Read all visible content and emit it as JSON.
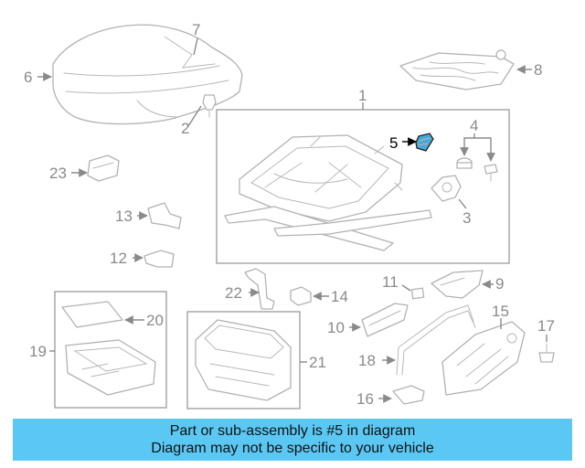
{
  "callouts": {
    "c1": "1",
    "c2": "2",
    "c3": "3",
    "c4": "4",
    "c5": "5",
    "c6": "6",
    "c7": "7",
    "c8": "8",
    "c9": "9",
    "c10": "10",
    "c11": "11",
    "c12": "12",
    "c13": "13",
    "c14": "14",
    "c15": "15",
    "c16": "16",
    "c17": "17",
    "c18": "18",
    "c19": "19",
    "c20": "20",
    "c21": "21",
    "c22": "22",
    "c23": "23"
  },
  "highlight": {
    "part": "5",
    "color": "#4aa8d8"
  },
  "banner": {
    "color": "#5bc8f4",
    "line1": "Part or sub-assembly is #5 in diagram",
    "line2": "Diagram may not be specific to your vehicle"
  }
}
